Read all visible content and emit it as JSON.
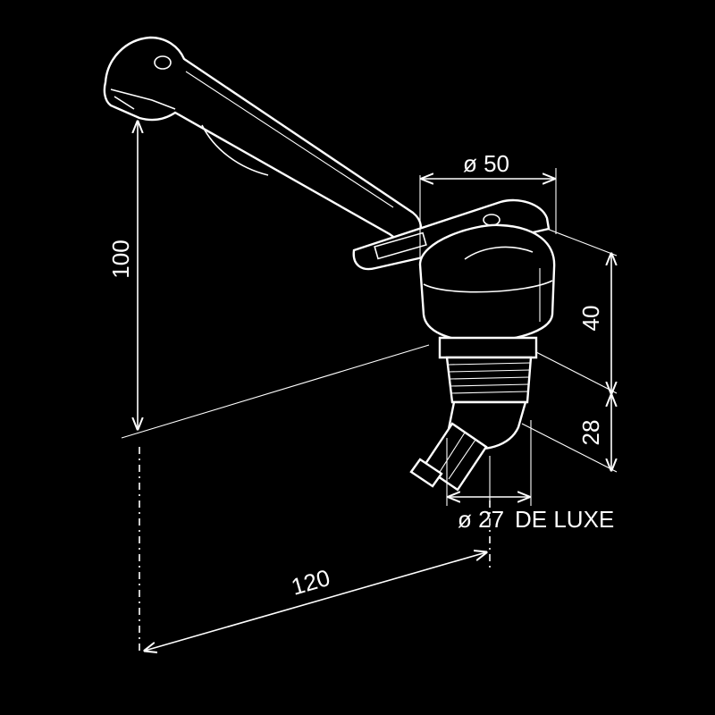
{
  "colors": {
    "background": "#000000",
    "line": "#ffffff"
  },
  "dimensions": {
    "height_100": "100",
    "diameter_50": "ø 50",
    "height_40": "40",
    "height_28": "28",
    "diameter_27": "ø 27",
    "deluxe": "DE LUXE",
    "length_120": "120"
  }
}
